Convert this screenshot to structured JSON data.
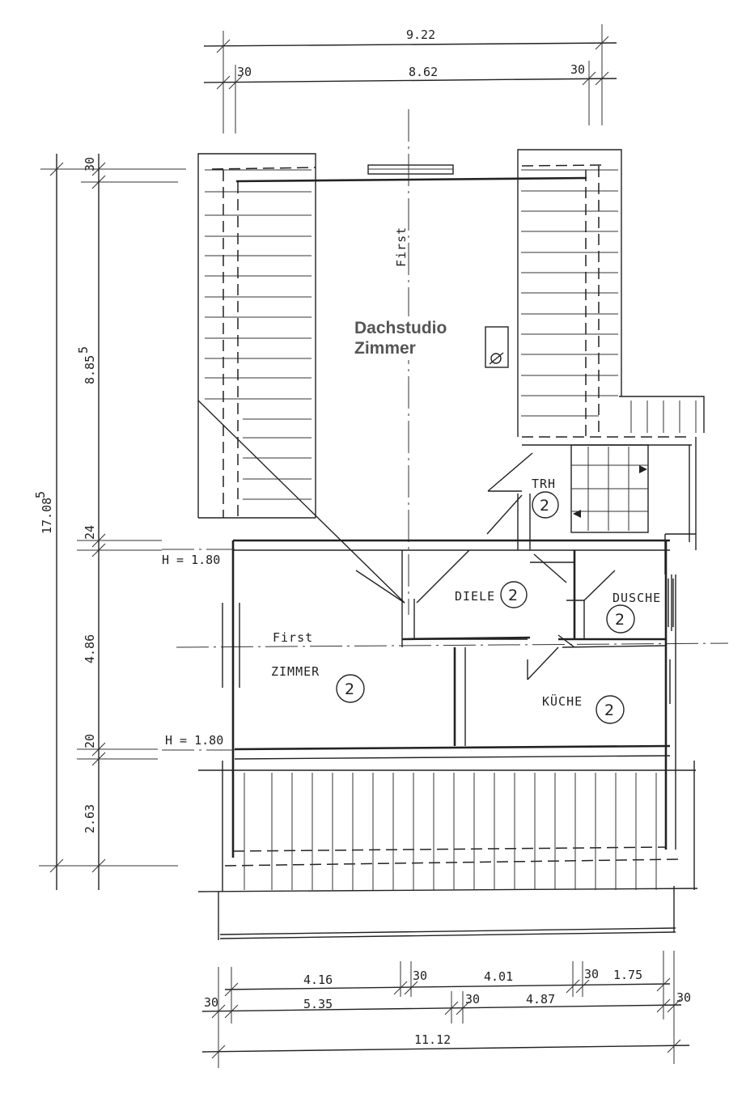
{
  "title": {
    "line1": "Dachstudio",
    "line2": "Zimmer"
  },
  "rooms": {
    "first_top": "First",
    "first_lower": "First",
    "trh": "TRH",
    "diele": "DIELE",
    "dusche": "DUSCHE",
    "zimmer": "ZIMMER",
    "kueche": "KÜCHE",
    "badge_value": "2"
  },
  "heights": {
    "upper": "H = 1.80",
    "lower": "H = 1.80"
  },
  "dimensions": {
    "top_total": "9.22",
    "top_inner": "8.62",
    "top_left_wall": "30",
    "top_right_wall": "30",
    "left_total": "17.08",
    "left_total_sup": "5",
    "left_top_wall": "30",
    "left_upper": "8.85",
    "left_upper_sup": "5",
    "left_gap1": "24",
    "left_mid": "4.86",
    "left_gap2": "20",
    "left_lower": "2.63",
    "bottom_a": "4.16",
    "bottom_a_wall": "30",
    "bottom_b": "4.01",
    "bottom_b_wall": "30",
    "bottom_c": "1.75",
    "bottom_left_wall": "30",
    "bottom_d": "5.35",
    "bottom_d_wall": "30",
    "bottom_e": "4.87",
    "bottom_right_wall": "30",
    "bottom_total": "11.12"
  }
}
